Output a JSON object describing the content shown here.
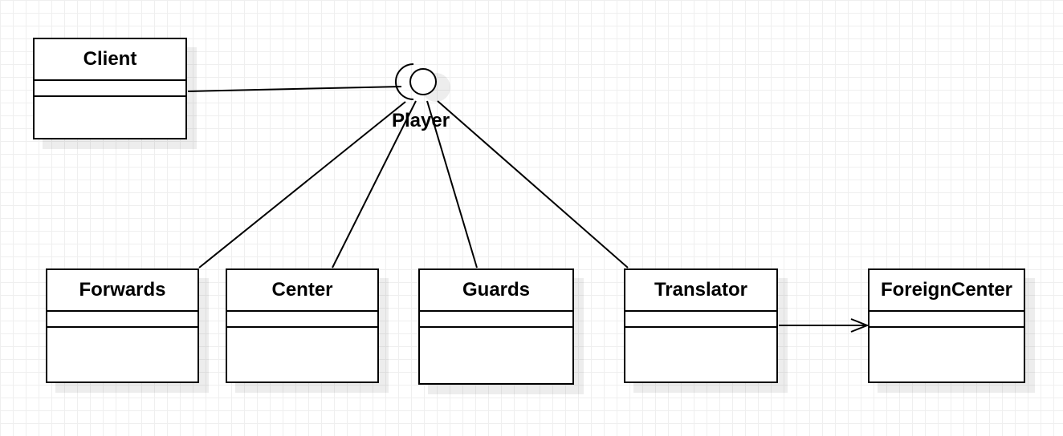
{
  "diagram": {
    "interface": {
      "name": "Player"
    },
    "classes": [
      {
        "id": "client",
        "name": "Client"
      },
      {
        "id": "forwards",
        "name": "Forwards"
      },
      {
        "id": "center",
        "name": "Center"
      },
      {
        "id": "guards",
        "name": "Guards"
      },
      {
        "id": "translator",
        "name": "Translator"
      },
      {
        "id": "foreigncenter",
        "name": "ForeignCenter"
      }
    ]
  }
}
